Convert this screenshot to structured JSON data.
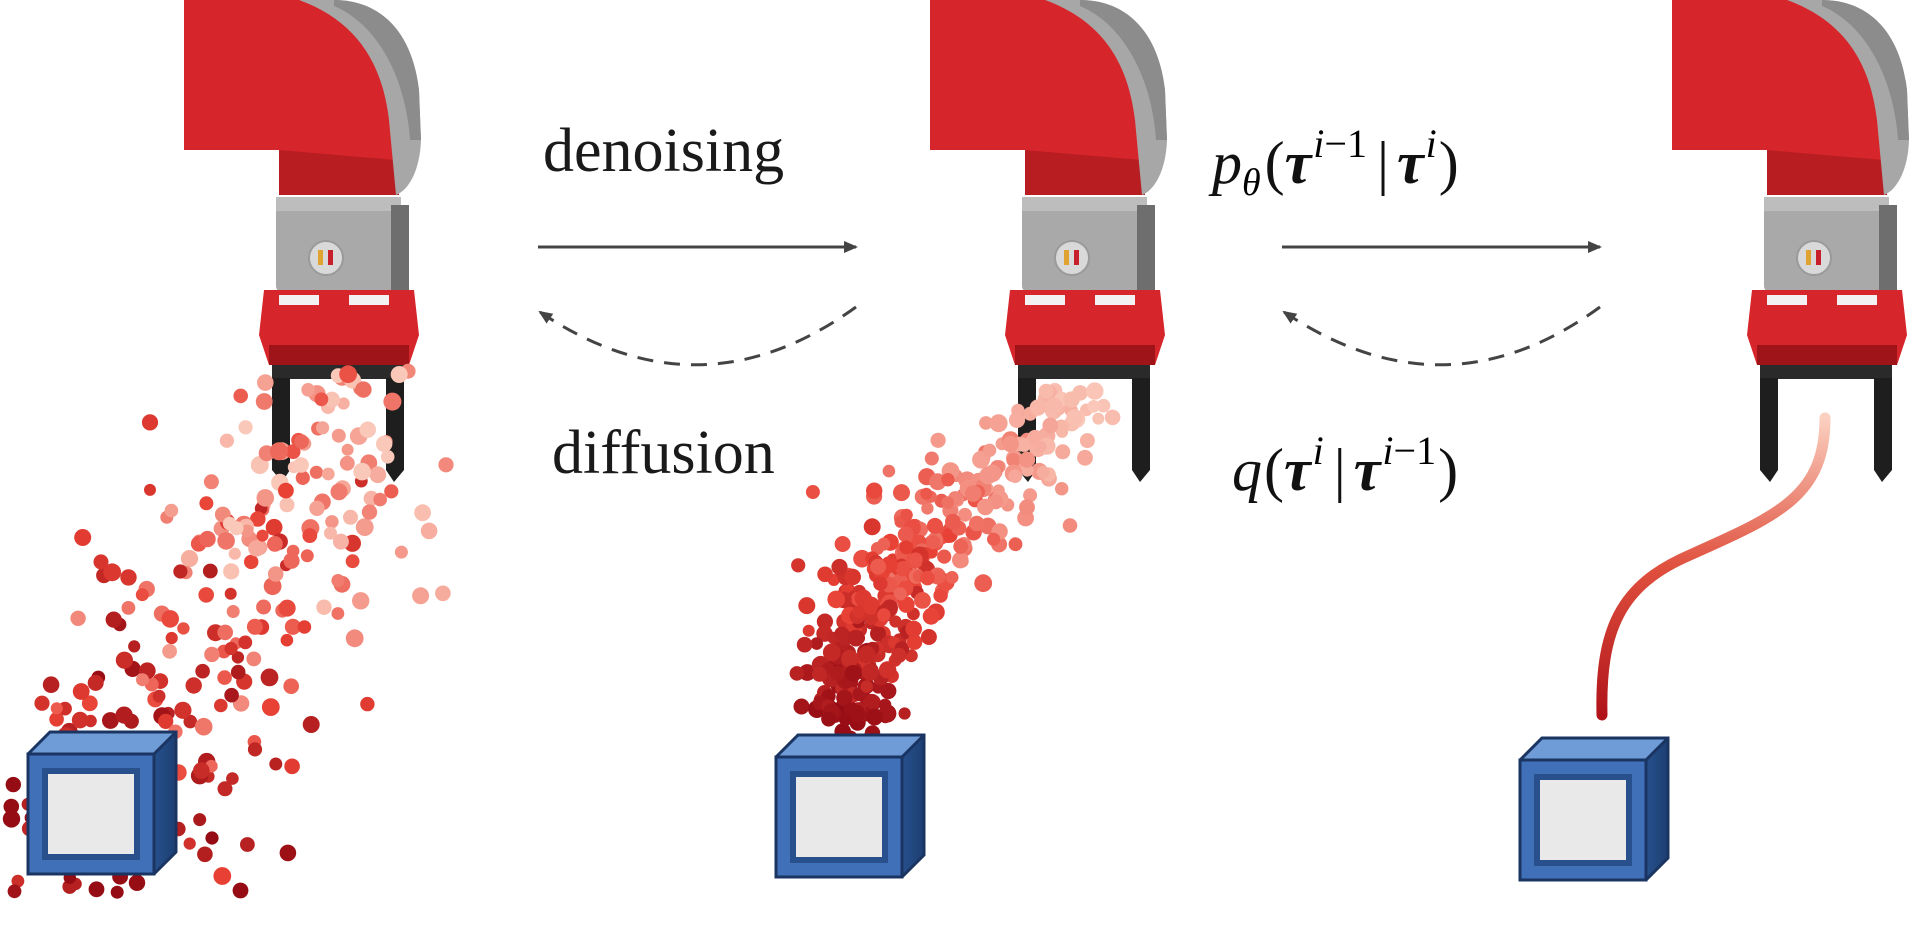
{
  "labels": {
    "denoising": "denoising",
    "diffusion": "diffusion"
  },
  "equations": {
    "forward": {
      "p": "p",
      "theta": "θ",
      "open": "(",
      "tau1": "τ",
      "sup1_i": "i",
      "sup1_rest": "−1",
      "bar": "|",
      "tau2": "τ",
      "sup2": "i",
      "close": ")"
    },
    "reverse": {
      "q": "q",
      "open": "(",
      "tau1": "τ",
      "sup1": "i",
      "bar": "|",
      "tau2": "τ",
      "sup2_i": "i",
      "sup2_rest": "−1",
      "close": ")"
    }
  },
  "colors": {
    "robot_red": "#d7262b",
    "robot_red_dark": "#9e1418",
    "robot_grey": "#a7a7a7",
    "gripper_black": "#222222",
    "box_blue": "#2f5d9e",
    "box_blue_light": "#6f9bd6",
    "box_face": "#e8e8e8",
    "arrow": "#444444"
  },
  "icons": {
    "robot": "robot-arm-icon",
    "box": "box-icon"
  }
}
